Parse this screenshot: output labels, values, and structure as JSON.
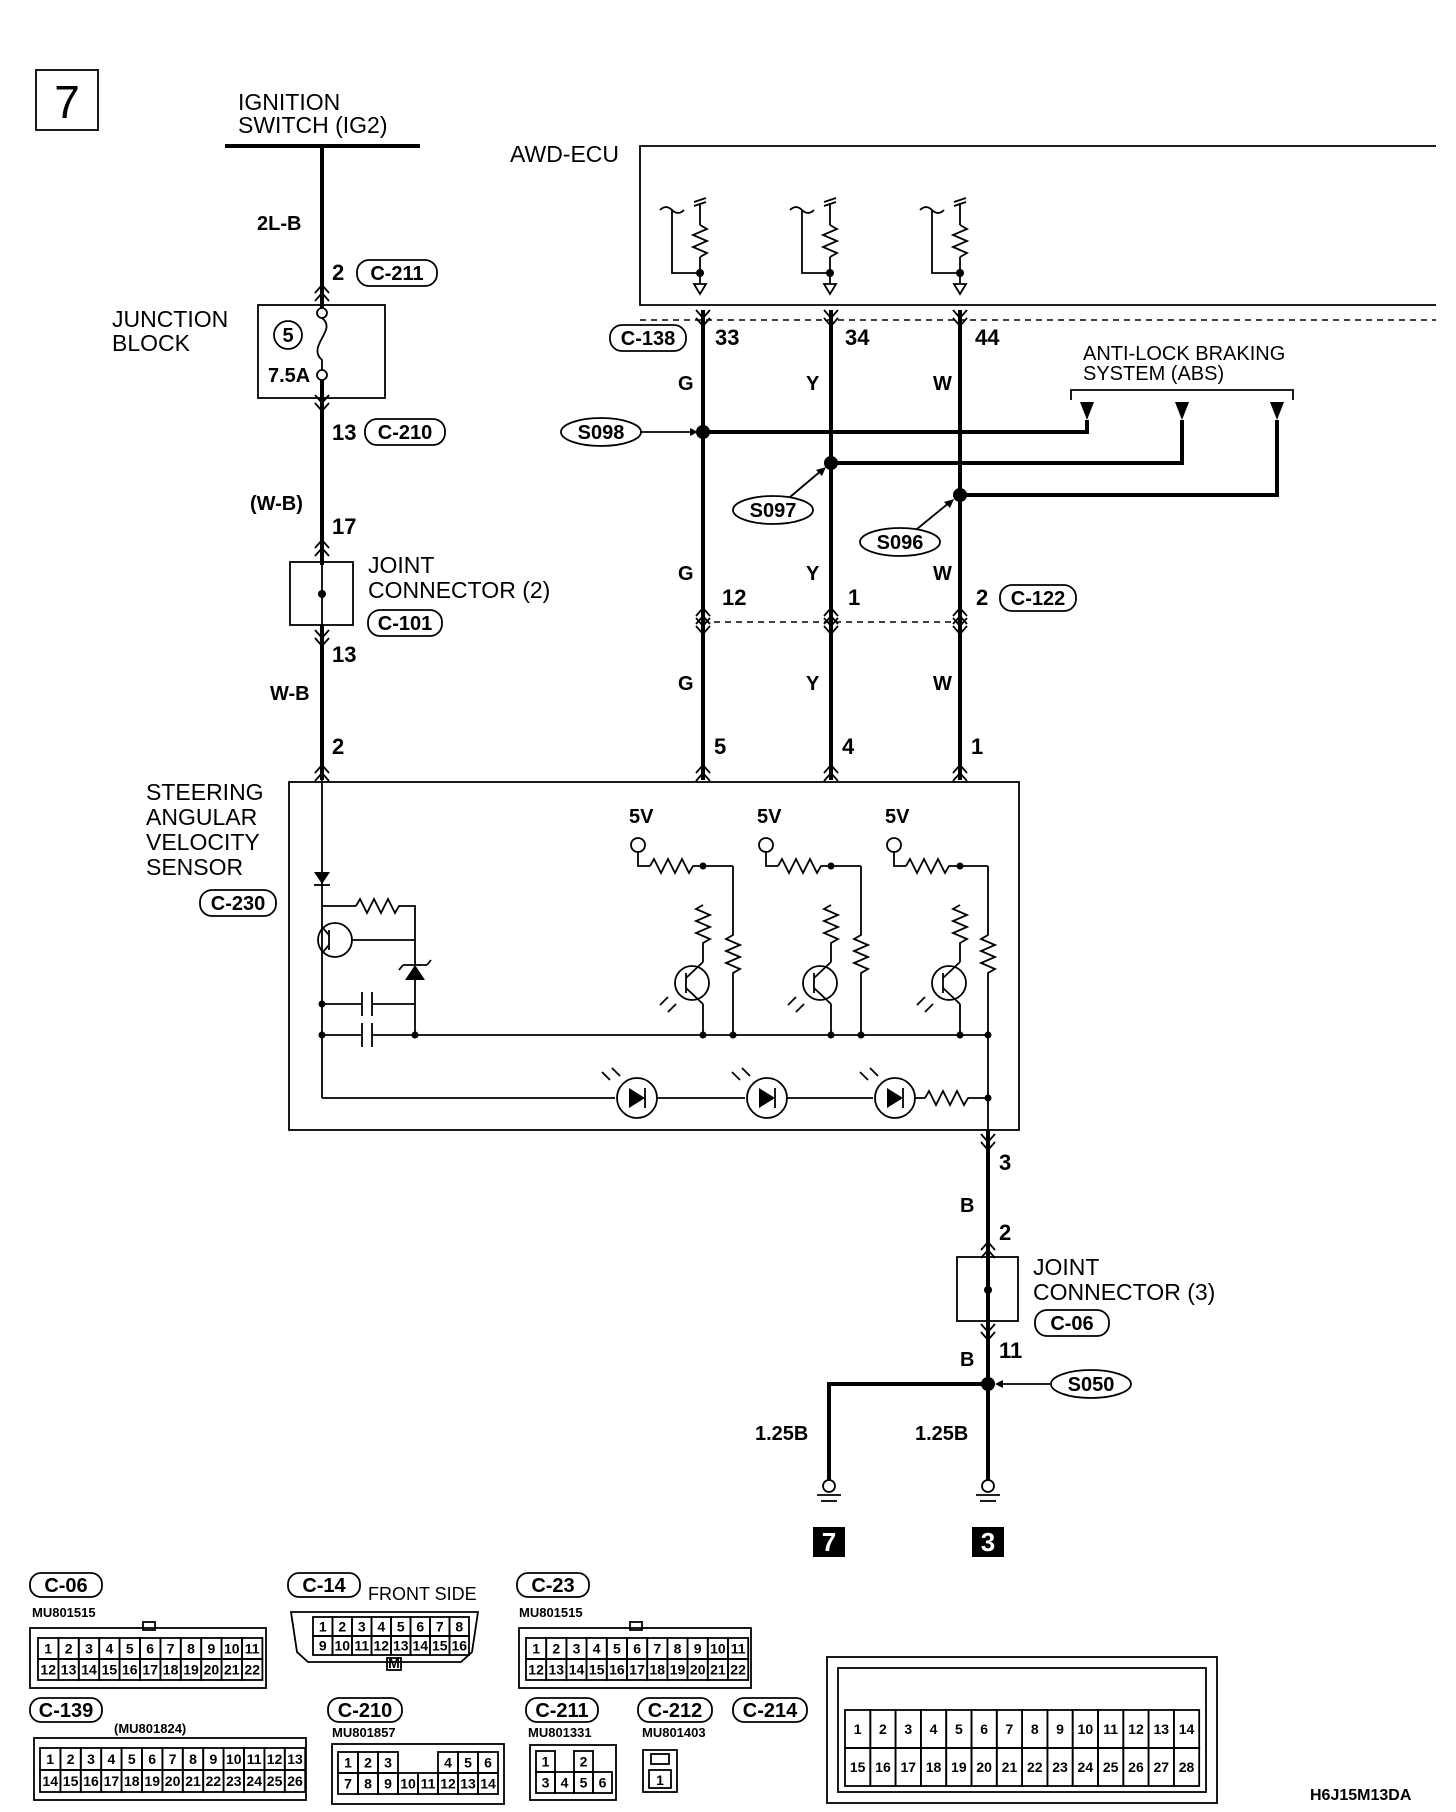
{
  "page_label": "7",
  "ignition": {
    "line1": "IGNITION",
    "line2": "SWITCH (IG2)"
  },
  "wire_2lb": "2L-B",
  "junction_block": {
    "line1": "JUNCTION",
    "line2": "BLOCK",
    "fuse_no": "5",
    "fuse_rating": "7.5A",
    "pin_in": "2",
    "conn_in": "C-211",
    "pin_out": "13",
    "conn_out": "C-210"
  },
  "wire_wb_paren": "(W-B)",
  "joint2": {
    "pin_in": "17",
    "line1": "JOINT",
    "line2": "CONNECTOR (2)",
    "conn": "C-101",
    "pin_out": "13"
  },
  "wire_wb": "W-B",
  "sensor_pin": "2",
  "sensor": {
    "line1": "STEERING",
    "line2": "ANGULAR",
    "line3": "VELOCITY",
    "line4": "SENSOR",
    "conn": "C-230",
    "supply": [
      "5V",
      "5V",
      "5V"
    ]
  },
  "ecu": {
    "label": "AWD-ECU",
    "conn": "C-138",
    "pins": [
      "33",
      "34",
      "44"
    ]
  },
  "abs": {
    "line1": "ANTI-LOCK BRAKING",
    "line2": "SYSTEM (ABS)"
  },
  "splices": {
    "s098": "S098",
    "s097": "S097",
    "s096": "S096",
    "s050": "S050"
  },
  "wire_colors": {
    "g": "G",
    "y": "Y",
    "w": "W"
  },
  "c122": {
    "pins": [
      "12",
      "1",
      "2"
    ],
    "conn": "C-122"
  },
  "sensor_pins": [
    "5",
    "4",
    "1"
  ],
  "ground_path": {
    "pin3": "3",
    "wire_b": "B",
    "pin2": "2",
    "j3_line1": "JOINT",
    "j3_line2": "CONNECTOR (3)",
    "j3_conn": "C-06",
    "pin11": "11",
    "wire_b2": "B",
    "wire_left": "1.25B",
    "wire_right": "1.25B",
    "gnd_left": "7",
    "gnd_right": "3"
  },
  "connectors": {
    "c06": {
      "name": "C-06",
      "part": "MU801515",
      "row1": [
        "1",
        "2",
        "3",
        "4",
        "5",
        "6",
        "7",
        "8",
        "9",
        "10",
        "11"
      ],
      "row2": [
        "12",
        "13",
        "14",
        "15",
        "16",
        "17",
        "18",
        "19",
        "20",
        "21",
        "22"
      ]
    },
    "c14": {
      "name": "C-14",
      "side": "FRONT SIDE",
      "row1": [
        "1",
        "2",
        "3",
        "4",
        "5",
        "6",
        "7",
        "8"
      ],
      "row2": [
        "9",
        "10",
        "11",
        "12",
        "13",
        "14",
        "15",
        "16"
      ],
      "mark": "M"
    },
    "c23": {
      "name": "C-23",
      "part": "MU801515",
      "row1": [
        "1",
        "2",
        "3",
        "4",
        "5",
        "6",
        "7",
        "8",
        "9",
        "10",
        "11"
      ],
      "row2": [
        "12",
        "13",
        "14",
        "15",
        "16",
        "17",
        "18",
        "19",
        "20",
        "21",
        "22"
      ]
    },
    "c139": {
      "name": "C-139",
      "part": "(MU801824)",
      "row1": [
        "1",
        "2",
        "3",
        "4",
        "5",
        "6",
        "7",
        "8",
        "9",
        "10",
        "11",
        "12",
        "13"
      ],
      "row2": [
        "14",
        "15",
        "16",
        "17",
        "18",
        "19",
        "20",
        "21",
        "22",
        "23",
        "24",
        "25",
        "26"
      ]
    },
    "c210": {
      "name": "C-210",
      "part": "MU801857",
      "row1": [
        "1",
        "2",
        "3",
        "",
        "",
        "4",
        "5",
        "6"
      ],
      "row2": [
        "7",
        "8",
        "9",
        "10",
        "11",
        "12",
        "13",
        "14"
      ]
    },
    "c211": {
      "name": "C-211",
      "part": "MU801331",
      "row1": [
        "1",
        "",
        "2"
      ],
      "row2": [
        "3",
        "4",
        "5",
        "6"
      ]
    },
    "c212": {
      "name": "C-212",
      "part": "MU801403",
      "pin": "1"
    },
    "c214": {
      "name": "C-214",
      "row1": [
        "1",
        "2",
        "3",
        "4",
        "5",
        "6",
        "7",
        "8",
        "9",
        "10",
        "11",
        "12",
        "13",
        "14"
      ],
      "row2": [
        "15",
        "16",
        "17",
        "18",
        "19",
        "20",
        "21",
        "22",
        "23",
        "24",
        "25",
        "26",
        "27",
        "28"
      ]
    }
  },
  "figure_code": "H6J15M13DA"
}
